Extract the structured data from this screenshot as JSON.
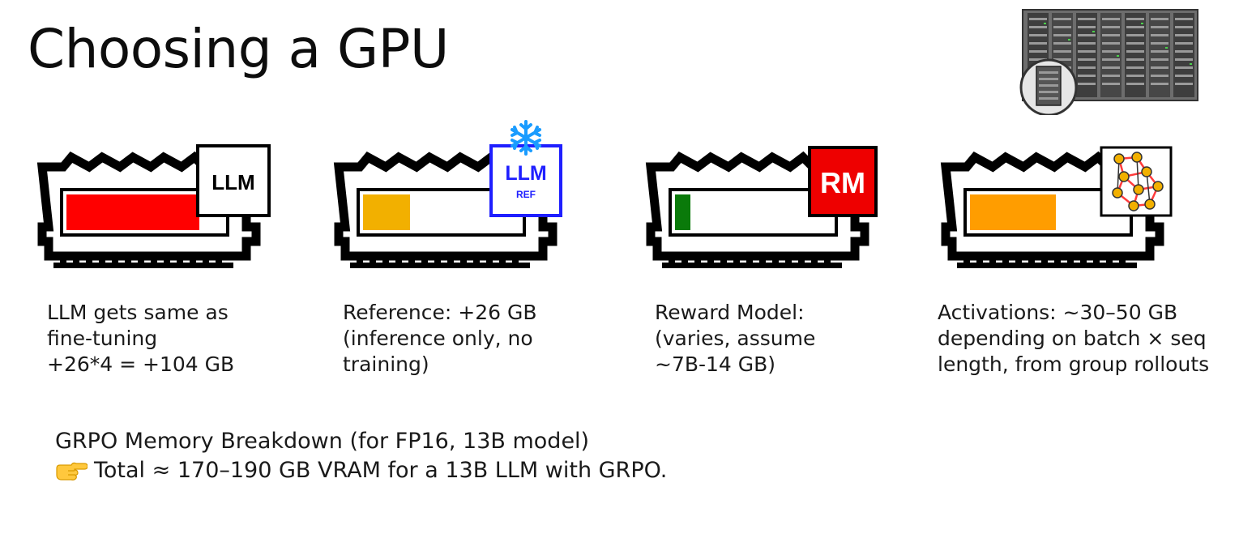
{
  "title": "Choosing a GPU",
  "colors": {
    "llm_fill": "#ff0000",
    "ref_fill": "#f2b000",
    "rm_fill": "#0a7a0a",
    "act_fill": "#ff9d00",
    "ref_border": "#1f1fff",
    "rm_badge": "#ee0000",
    "graph_node": "#f2b000",
    "graph_edge": "#ff3b3b"
  },
  "icons": {
    "server": "server-rack-icon",
    "snowflake": "snowflake-icon",
    "graph": "network-graph-icon",
    "hand": "pointing-hand-icon"
  },
  "modules": [
    {
      "id": "llm",
      "badge": "LLM",
      "badge_sub": "",
      "fill_level": 0.85,
      "caption": [
        "LLM gets same as",
        "fine-tuning",
        "+26*4 = +104 GB"
      ]
    },
    {
      "id": "ref",
      "badge": "LLM",
      "badge_sub": "REF",
      "fill_level": 0.3,
      "caption": [
        "Reference: +26 GB",
        "(inference only, no",
        "training)"
      ]
    },
    {
      "id": "rm",
      "badge": "RM",
      "badge_sub": "",
      "fill_level": 0.1,
      "caption": [
        "Reward Model:",
        "(varies, assume",
        "~7B-14 GB)"
      ]
    },
    {
      "id": "act",
      "badge": "",
      "badge_sub": "",
      "fill_level": 0.55,
      "caption": [
        "Activations: ~30–50 GB",
        "depending on batch × seq",
        "length, from group rollouts"
      ]
    }
  ],
  "summary": {
    "line1": "GRPO Memory Breakdown (for FP16, 13B model)",
    "line2": "Total ≈ 170–190 GB VRAM for a 13B LLM with GRPO."
  }
}
